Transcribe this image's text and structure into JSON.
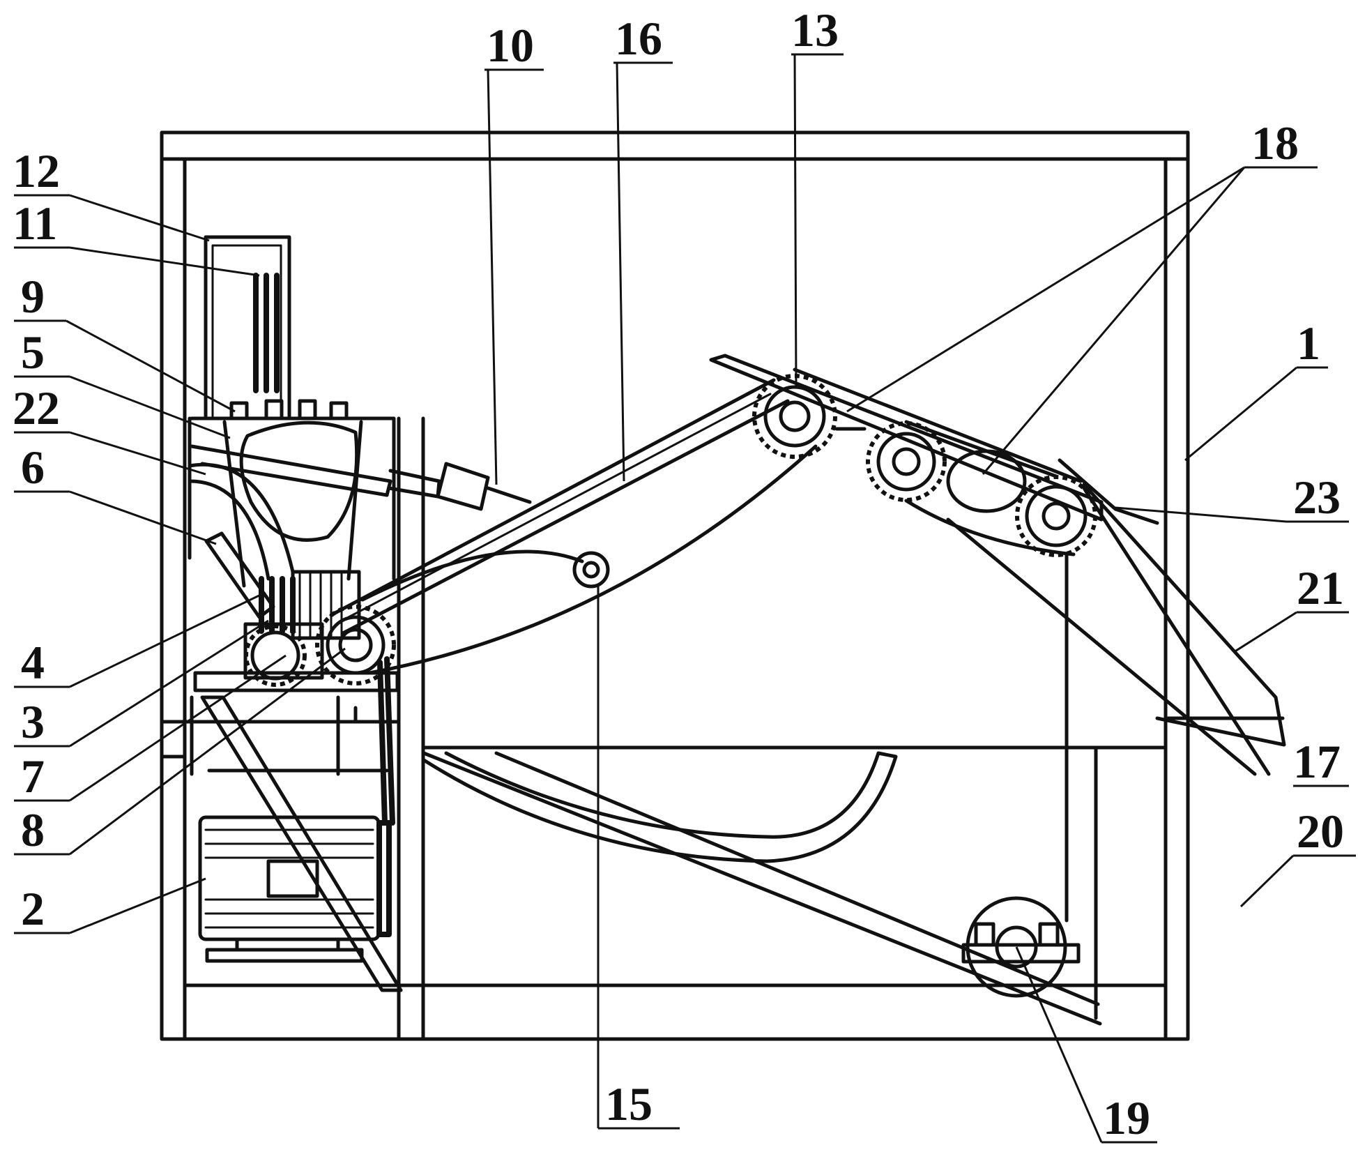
{
  "figure": {
    "labels": {
      "l1": "1",
      "l2": "2",
      "l3": "3",
      "l4": "4",
      "l5": "5",
      "l6": "6",
      "l7": "7",
      "l8": "8",
      "l9": "9",
      "l10": "10",
      "l11": "11",
      "l12": "12",
      "l13": "13",
      "l15": "15",
      "l16": "16",
      "l17": "17",
      "l18": "18",
      "l19": "19",
      "l20": "20",
      "l21": "21",
      "l22": "22",
      "l23": "23"
    }
  }
}
